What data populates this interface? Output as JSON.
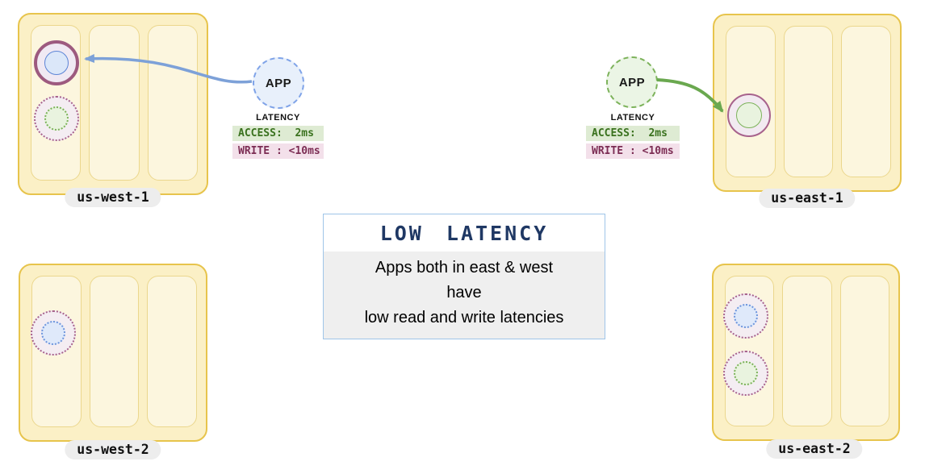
{
  "regions": {
    "us_west_1": {
      "label": "us-west-1"
    },
    "us_east_1": {
      "label": "us-east-1"
    },
    "us_west_2": {
      "label": "us-west-2"
    },
    "us_east_2": {
      "label": "us-east-2"
    }
  },
  "apps": {
    "west": {
      "label": "APP"
    },
    "east": {
      "label": "APP"
    }
  },
  "latency": {
    "west": {
      "title": "LATENCY",
      "access": "ACCESS:  2ms",
      "write": "WRITE : <10ms"
    },
    "east": {
      "title": "LATENCY",
      "access": "ACCESS:  2ms",
      "write": "WRITE : <10ms"
    }
  },
  "callout": {
    "title": "LOW LATENCY",
    "lines": [
      "Apps both in east & west",
      "have",
      "low read and write latencies"
    ]
  },
  "colors": {
    "region_fill": "#FBF0C6",
    "region_border": "#E7C44C",
    "zone_fill": "#FCF6DE",
    "zone_border": "#EBD78D",
    "node_ring_maroon": "#9D5A7F",
    "node_blue": "#5B84D6",
    "node_green": "#7CB25A",
    "app_west_fill": "#E8F0FB",
    "app_west_border": "#7FA3E8",
    "app_east_fill": "#EBF5E5",
    "app_east_border": "#7CB25A",
    "access_badge_bg": "#DEEBD3",
    "access_badge_text": "#3A721E",
    "write_badge_bg": "#F3E0EA",
    "write_badge_text": "#7C2D54",
    "callout_border": "#9FC5E8",
    "callout_title_text": "#1F3864",
    "callout_body_bg": "#EFEFEF",
    "pill_bg": "#EDEDED",
    "arrow_blue": "#7DA1D8",
    "arrow_green": "#6AA84F"
  }
}
